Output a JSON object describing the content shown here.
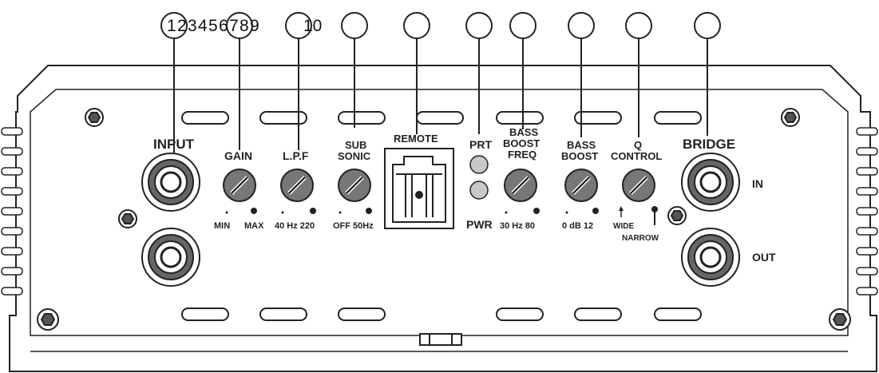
{
  "callouts": {
    "numbers": [
      "1",
      "2",
      "3",
      "4",
      "5",
      "6",
      "7",
      "8",
      "9",
      "10"
    ]
  },
  "labels": {
    "input": "INPUT",
    "gain": "GAIN",
    "gain_min": "MIN",
    "gain_max": "MAX",
    "lpf": "L.P.F",
    "lpf_scale": "40 Hz 220",
    "sub_line1": "SUB",
    "sub_line2": "SONIC",
    "sub_scale": "OFF 50Hz",
    "remote": "REMOTE",
    "prt": "PRT",
    "pwr": "PWR",
    "bbf_line1": "BASS",
    "bbf_line2": "BOOST",
    "bbf_line3": "FREQ",
    "bbf_scale": "30 Hz 80",
    "bb_line1": "BASS",
    "bb_line2": "BOOST",
    "bb_scale": "0 dB 12",
    "q_line1": "Q",
    "q_line2": "CONTROL",
    "q_wide": "WIDE",
    "q_narrow": "NARROW",
    "bridge": "BRIDGE",
    "bridge_in": "IN",
    "bridge_out": "OUT"
  },
  "colors": {
    "ink": "#222222",
    "panel": "#ffffff",
    "led": "#c8c8c8"
  }
}
